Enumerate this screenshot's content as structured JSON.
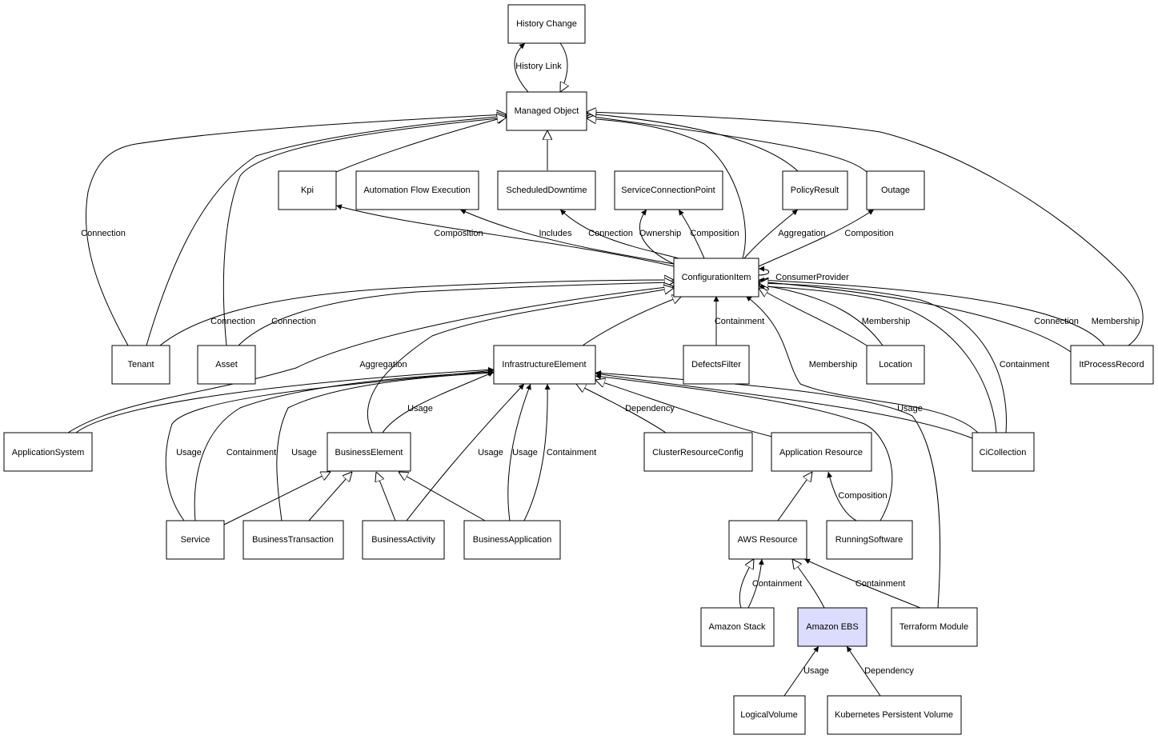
{
  "nodes": {
    "history": "History Change",
    "managed": "Managed Object",
    "kpi": "Kpi",
    "afe": "Automation Flow Execution",
    "sched": "ScheduledDowntime",
    "scp": "ServiceConnectionPoint",
    "policy": "PolicyResult",
    "outage": "Outage",
    "ci": "ConfigurationItem",
    "tenant": "Tenant",
    "asset": "Asset",
    "infra": "InfrastructureElement",
    "defects": "DefectsFilter",
    "location": "Location",
    "itprocess": "ItProcessRecord",
    "appsys": "ApplicationSystem",
    "business": "BusinessElement",
    "cluster": "ClusterResourceConfig",
    "appres": "Application Resource",
    "cicoll": "CiCollection",
    "service": "Service",
    "btrans": "BusinessTransaction",
    "bactivity": "BusinessActivity",
    "bapp": "BusinessApplication",
    "aws": "AWS Resource",
    "running": "RunningSoftware",
    "stack": "Amazon Stack",
    "ebs": "Amazon EBS",
    "terraform": "Terraform Module",
    "logical": "LogicalVolume",
    "k8s": "Kubernetes Persistent Volume"
  },
  "edge_labels": {
    "history_link": "History Link",
    "tenant_connection": "Connection",
    "ci_kpi": "Composition",
    "ci_afe": "Includes",
    "ci_sched": "Connection",
    "ci_scp_own": "Ownership",
    "ci_scp_comp": "Composition",
    "ci_policy": "Aggregation",
    "ci_outage": "Composition",
    "ci_self": "ConsumerProvider",
    "tenant_ci": "Connection",
    "asset_ci": "Connection",
    "ci_defects": "Containment",
    "loc_ci": "Membership",
    "itp_ci": "Connection",
    "itp_managed": "Membership",
    "cicoll_ci_contain": "Containment",
    "cicoll_ci_member": "Membership",
    "appsys_ci": "Aggregation",
    "business_infra": "Usage",
    "cluster_infra": "Dependency",
    "cicoll_infra": "Usage",
    "service_infra_usage": "Usage",
    "service_infra_contain": "Containment",
    "btrans_infra": "Usage",
    "bactivity_infra": "Usage",
    "bapp_infra_usage": "Usage",
    "bapp_infra_contain": "Containment",
    "running_appres": "Composition",
    "stack_aws": "Containment",
    "terraform_aws": "Containment",
    "logical_ebs": "Usage",
    "k8s_ebs": "Dependency"
  }
}
